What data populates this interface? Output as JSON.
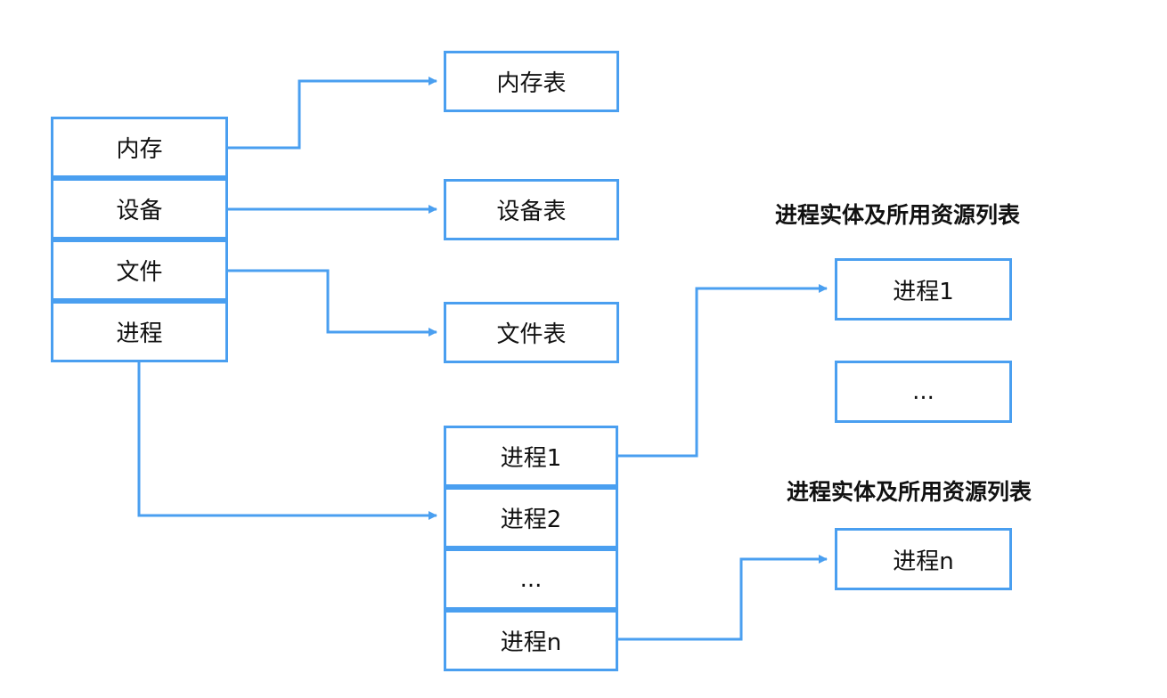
{
  "system_table": {
    "rows": [
      "内存",
      "设备",
      "文件",
      "进程"
    ]
  },
  "tables": {
    "memory": "内存表",
    "device": "设备表",
    "file": "文件表"
  },
  "process_list": {
    "rows": [
      "进程1",
      "进程2",
      "...",
      "进程n"
    ]
  },
  "resources": {
    "heading_1": "进程实体及所用资源列表",
    "heading_2": "进程实体及所用资源列表",
    "boxes": [
      "进程1",
      "...",
      "进程n"
    ]
  },
  "colors": {
    "stroke": "#4a9ff0",
    "text": "#111111"
  }
}
